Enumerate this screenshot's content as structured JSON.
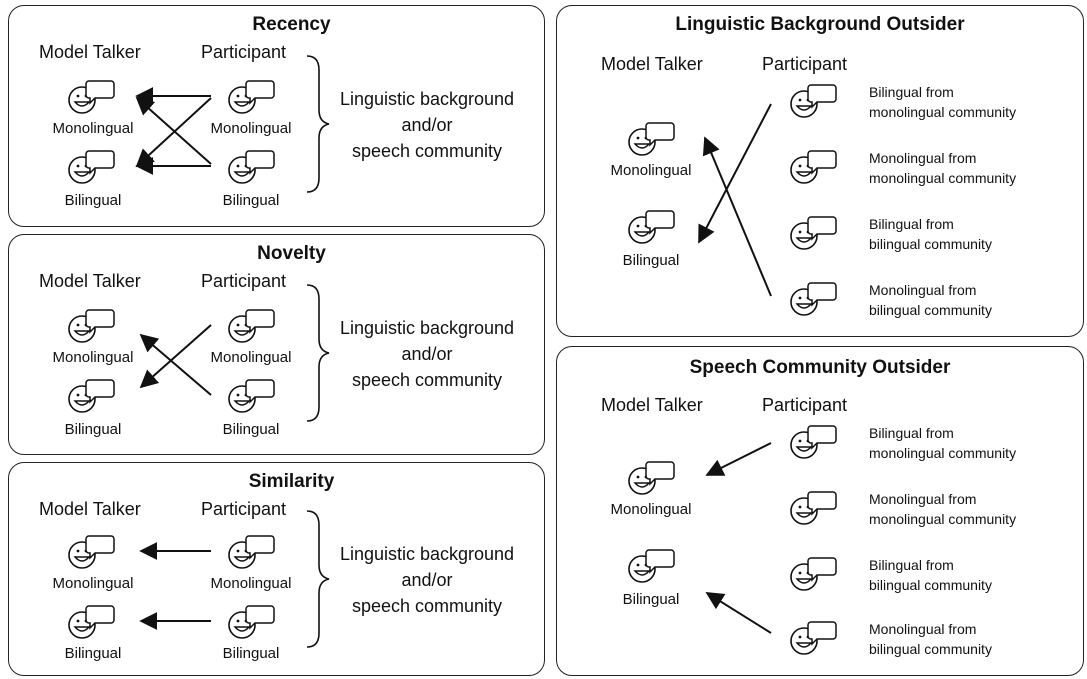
{
  "left_panels": [
    {
      "title": "Recency",
      "model_talker": "Model Talker",
      "participant": "Participant",
      "talker_top": "Monolingual",
      "talker_bottom": "Bilingual",
      "part_top": "Monolingual",
      "part_bottom": "Bilingual",
      "background": [
        "Linguistic background",
        "and/or",
        "speech community"
      ]
    },
    {
      "title": "Novelty",
      "model_talker": "Model Talker",
      "participant": "Participant",
      "talker_top": "Monolingual",
      "talker_bottom": "Bilingual",
      "part_top": "Monolingual",
      "part_bottom": "Bilingual",
      "background": [
        "Linguistic background",
        "and/or",
        "speech community"
      ]
    },
    {
      "title": "Similarity",
      "model_talker": "Model Talker",
      "participant": "Participant",
      "talker_top": "Monolingual",
      "talker_bottom": "Bilingual",
      "part_top": "Monolingual",
      "part_bottom": "Bilingual",
      "background": [
        "Linguistic background",
        "and/or",
        "speech community"
      ]
    }
  ],
  "right_panels": [
    {
      "title": "Linguistic Background Outsider",
      "model_talker": "Model Talker",
      "participant": "Participant",
      "talker_top": "Monolingual",
      "talker_bottom": "Bilingual",
      "participants": [
        [
          "Bilingual from",
          "monolingual community"
        ],
        [
          "Monolingual from",
          "monolingual community"
        ],
        [
          "Bilingual from",
          "bilingual community"
        ],
        [
          "Monolingual from",
          "bilingual community"
        ]
      ]
    },
    {
      "title": "Speech Community Outsider",
      "model_talker": "Model Talker",
      "participant": "Participant",
      "talker_top": "Monolingual",
      "talker_bottom": "Bilingual",
      "participants": [
        [
          "Bilingual from",
          "monolingual community"
        ],
        [
          "Monolingual from",
          "monolingual community"
        ],
        [
          "Bilingual from",
          "bilingual community"
        ],
        [
          "Monolingual from",
          "bilingual community"
        ]
      ]
    }
  ]
}
